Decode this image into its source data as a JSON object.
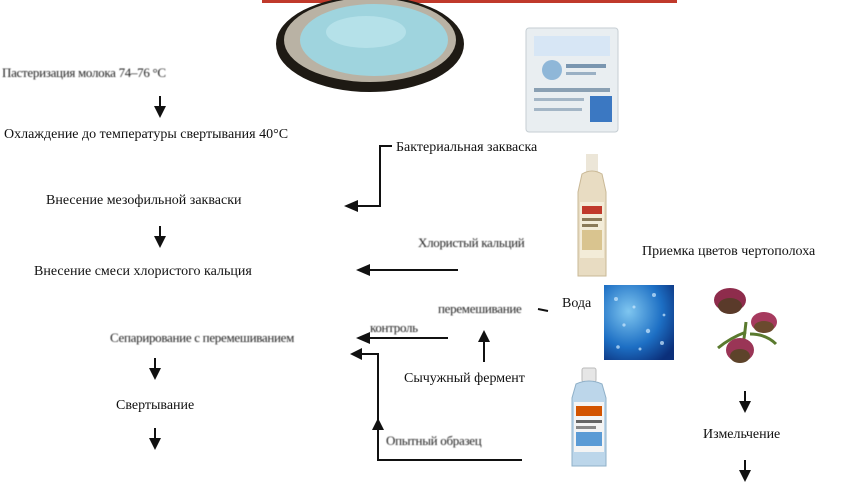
{
  "steps": {
    "top_obscured": "Пастеризация молока 74–76 °С",
    "cooling": "Охлаждение до температуры свертывания 40°С",
    "mesophilic_starter": "Внесение мезофильной закваски",
    "calcium_chloride": "Внесение смеси хлористого кальция",
    "obscured_left": "Сепарирование с перемешиванием",
    "coagulation": "Свертывание"
  },
  "side_inputs": {
    "bacterial_starter": "Бактериальная закваска",
    "obscured_calcium": "Хлористый кальций",
    "obscured_mixing": "перемешивание",
    "obscured_control": "контроль",
    "water": "Вода",
    "rennet": "Сычужный фермент",
    "obscured_sample": "Опытный образец"
  },
  "thistle_branch": {
    "reception": "Приемка цветов чертополоха",
    "grinding": "Измельчение"
  },
  "colors": {
    "arrow": "#111111",
    "title_bar": "#c0392b"
  }
}
